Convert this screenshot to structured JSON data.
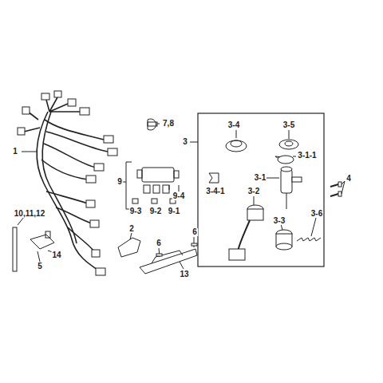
{
  "diagram": {
    "labels": [
      "1",
      "7,8",
      "3",
      "3-4",
      "3-5",
      "3-1-1",
      "9",
      "9-4",
      "3-4-1",
      "3-1",
      "4",
      "3-2",
      "3-6",
      "3-3",
      "9-3",
      "9-2",
      "9-1",
      "10,11,12",
      "2",
      "6",
      "6",
      "14",
      "5",
      "13"
    ]
  }
}
